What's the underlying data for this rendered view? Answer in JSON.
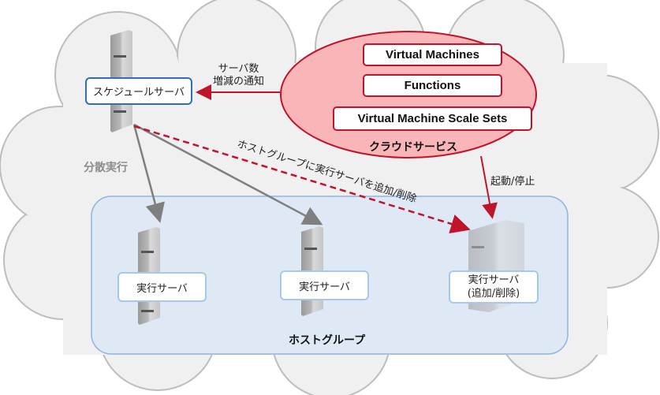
{
  "cloud_services": {
    "title": "クラウドサービス",
    "items": [
      "Virtual Machines",
      "Functions",
      "Virtual Machine Scale Sets"
    ]
  },
  "scheduler": {
    "label": "スケジュールサーバ"
  },
  "notify": {
    "line1": "サーバ数",
    "line2": "増減の通知"
  },
  "distributed": {
    "label": "分散実行"
  },
  "start_stop": {
    "label": "起動/停止"
  },
  "add_remove_arrow": {
    "label": "ホストグループに実行サーバを追加/削除"
  },
  "host_group": {
    "label": "ホストグループ",
    "servers": [
      {
        "label": "実行サーバ"
      },
      {
        "label": "実行サーバ"
      },
      {
        "label": "実行サーバ",
        "sub": "(追加/削除)"
      }
    ]
  },
  "colors": {
    "red": "#c0142a",
    "blue": "#2e6fb7",
    "light_blue": "#a6c8ec",
    "cloud": "#f0f0f0",
    "group_bg": "#dfe9f6"
  }
}
